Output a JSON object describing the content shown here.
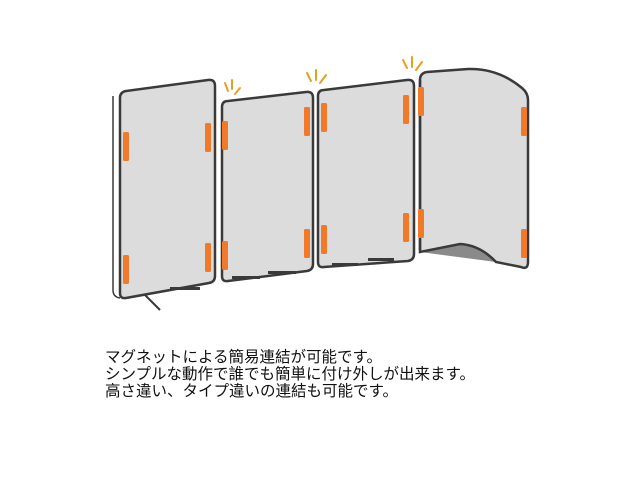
{
  "colors": {
    "panel_fill": "#dcdcdc",
    "panel_stroke": "#3a3a3a",
    "magnet": "#f07a2a",
    "spark": "#e8a020",
    "shadow": "#8a8a8a"
  },
  "icons": {
    "panel": "partition-panel-icon",
    "magnet": "magnet-icon",
    "spark": "spark-icon"
  },
  "caption": {
    "line1": "マグネットによる簡易連結が可能です。",
    "line2": "シンプルな動作で誰でも簡単に付け外しが出来ます。",
    "line3": "高さ違い、タイプ違いの連結も可能です。"
  }
}
